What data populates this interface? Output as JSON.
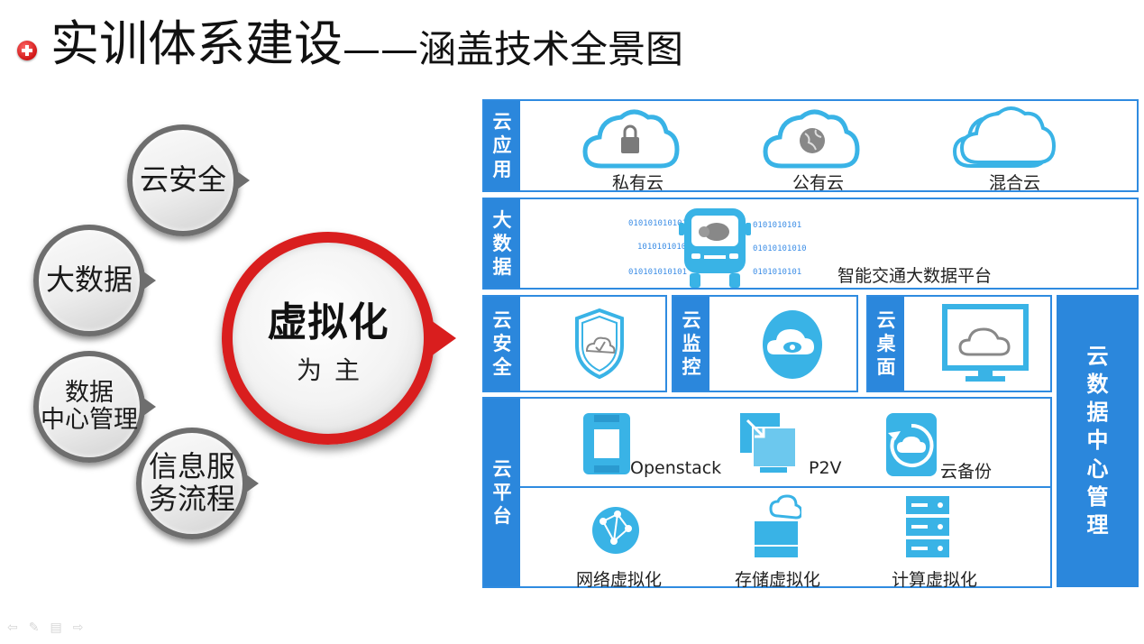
{
  "title": {
    "main": "实训体系建设",
    "dash": "——",
    "sub": "涵盖技术全景图"
  },
  "left": {
    "circles": [
      "云安全",
      "大数据",
      "数据",
      "中心管理",
      "信息服",
      "务流程"
    ],
    "center_main": "虚拟化",
    "center_sub": "为主"
  },
  "panels": {
    "cloud_app": {
      "tag": [
        "云",
        "应",
        "用"
      ],
      "items": [
        "私有云",
        "公有云",
        "混合云"
      ]
    },
    "big_data": {
      "tag": [
        "大",
        "数",
        "据"
      ],
      "platform": "智能交通大数据平台",
      "binary": [
        "010101010101",
        "1010101010",
        "010101010101",
        "0101010101",
        "01010101010",
        "0101010101"
      ]
    },
    "security": {
      "tag": [
        "云",
        "安",
        "全"
      ]
    },
    "monitor": {
      "tag": [
        "云",
        "监",
        "控"
      ]
    },
    "desktop": {
      "tag": [
        "云",
        "桌",
        "面"
      ]
    },
    "platform": {
      "tag": [
        "云",
        "平",
        "台"
      ],
      "row1": [
        "Openstack",
        "P2V",
        "云备份"
      ],
      "row2": [
        "网络虚拟化",
        "存储虚拟化",
        "计算虚拟化"
      ]
    },
    "dc_mgmt": {
      "tag": [
        "云",
        "数",
        "据",
        "中",
        "心",
        "管",
        "理"
      ]
    }
  },
  "colors": {
    "accent_blue": "#2b87dc",
    "accent_red": "#d91e1e",
    "icon_cyan": "#39b3e6"
  }
}
